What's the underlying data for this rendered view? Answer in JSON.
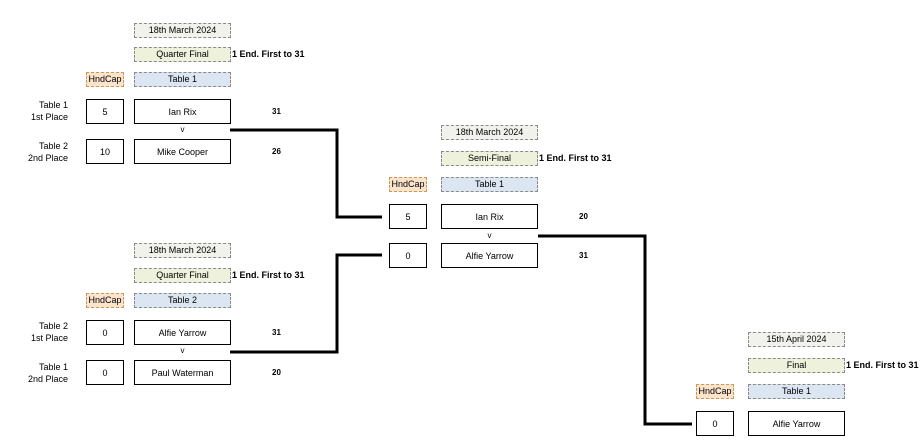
{
  "qf1": {
    "date": "18th March 2024",
    "stage": "Quarter Final",
    "format": "1 End. First to 31",
    "hndcap_label": "HndCap",
    "table": "Table 1",
    "p1": {
      "place_line1": "Table 1",
      "place_line2": "1st Place",
      "hndcap": "5",
      "name": "Ian Rix",
      "score": "31"
    },
    "vs": "v",
    "p2": {
      "place_line1": "Table 2",
      "place_line2": "2nd Place",
      "hndcap": "10",
      "name": "Mike Cooper",
      "score": "26"
    }
  },
  "qf2": {
    "date": "18th March 2024",
    "stage": "Quarter Final",
    "format": "1 End. First to 31",
    "hndcap_label": "HndCap",
    "table": "Table 2",
    "p1": {
      "place_line1": "Table 2",
      "place_line2": "1st Place",
      "hndcap": "0",
      "name": "Alfie Yarrow",
      "score": "31"
    },
    "vs": "v",
    "p2": {
      "place_line1": "Table 1",
      "place_line2": "2nd Place",
      "hndcap": "0",
      "name": "Paul Waterman",
      "score": "20"
    }
  },
  "sf": {
    "date": "18th March 2024",
    "stage": "Semi-Final",
    "format": "1 End. First to 31",
    "hndcap_label": "HndCap",
    "table": "Table 1",
    "p1": {
      "hndcap": "5",
      "name": "Ian Rix",
      "score": "20"
    },
    "vs": "v",
    "p2": {
      "hndcap": "0",
      "name": "Alfie Yarrow",
      "score": "31"
    }
  },
  "final": {
    "date": "15th April 2024",
    "stage": "Final",
    "format": "1 End. First to 31",
    "hndcap_label": "HndCap",
    "table": "Table 1",
    "winner": {
      "hndcap": "0",
      "name": "Alfie Yarrow"
    }
  },
  "colors": {
    "date_fill": "#f2f2ec",
    "stage_fill": "#eef1dc",
    "table_fill": "#dbe6f2",
    "hndcap_fill": "#fbe3cc",
    "connector": "#000000"
  }
}
